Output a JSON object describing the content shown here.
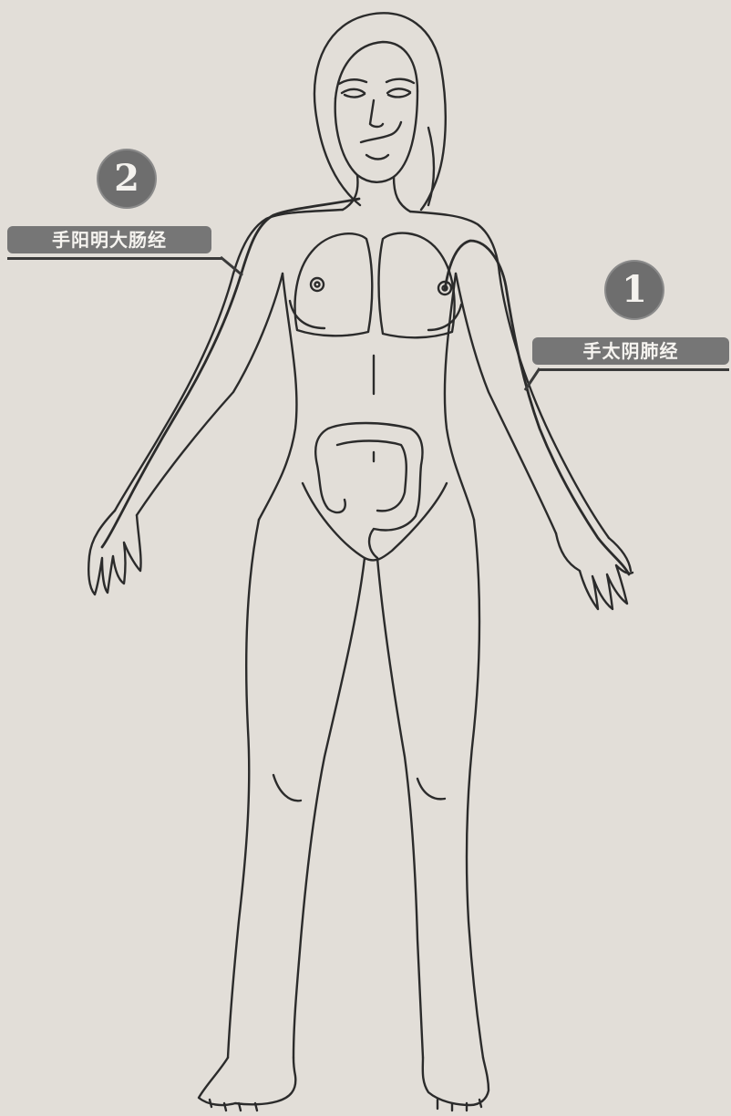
{
  "labels": [
    {
      "number": "2",
      "text": "手阳明大肠经"
    },
    {
      "number": "1",
      "text": "手太阴肺经"
    }
  ],
  "colors": {
    "background": "#e2ded8",
    "line": "#2b2b2b",
    "badge": "#6e6e6e",
    "pill": "#767676"
  }
}
